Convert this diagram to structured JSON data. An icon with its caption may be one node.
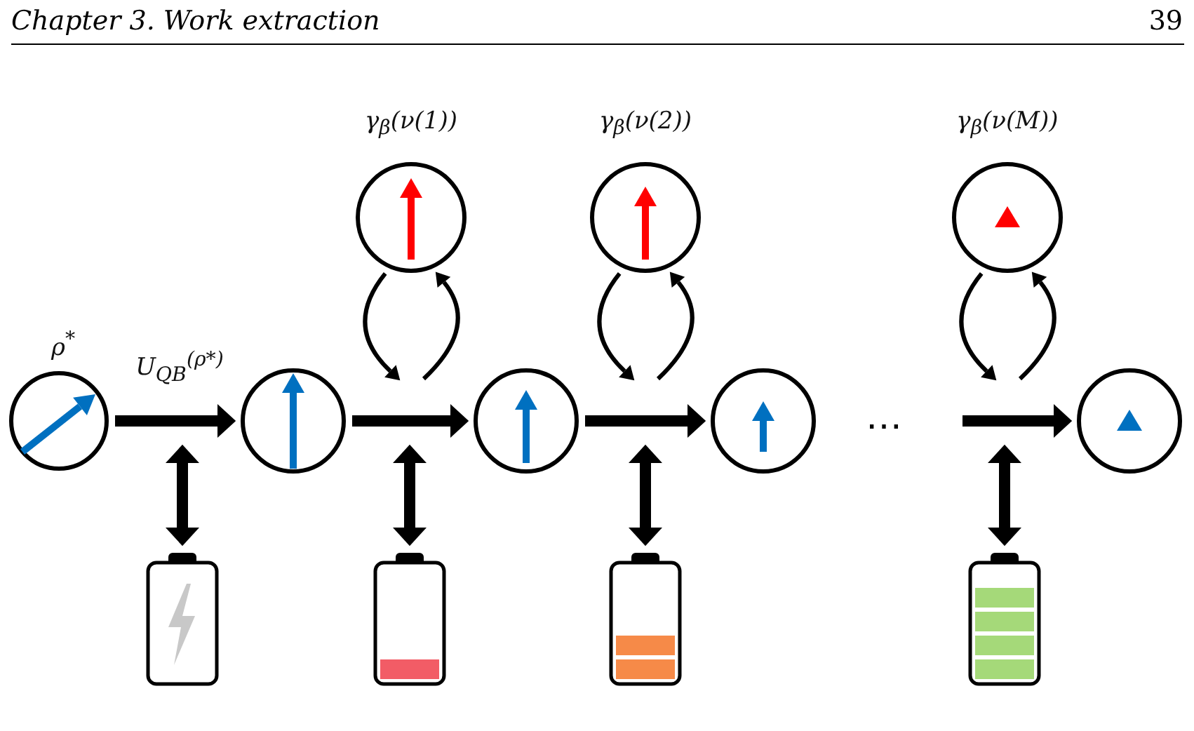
{
  "diagram": {
    "nodes": [
      {
        "text": [],
        "shape": "circle",
        "beside": [
          "ρ$^{*}$"
        ]
      },
      {
        "text": [],
        "shape": "circle"
      },
      {
        "text": [],
        "shape": "circle"
      },
      {
        "text": [],
        "shape": "circle"
      },
      {
        "text": [],
        "shape": "circle"
      },
      {
        "text": [],
        "shape": "circle",
        "beside": [
          "γ$_{β}$(ν(1))"
        ]
      },
      {
        "text": [],
        "shape": "circle",
        "beside": [
          "γ$_{β}$(ν(2))"
        ]
      },
      {
        "text": [],
        "shape": "circle",
        "beside": [
          "γ$_{β}$(ν(M))"
        ]
      },
      {
        "text": [],
        "shape": "battery"
      },
      {
        "text": [],
        "shape": "battery"
      },
      {
        "text": [],
        "shape": "battery"
      },
      {
        "text": [],
        "shape": "battery"
      }
    ],
    "edges": [
      {
        "from": 0,
        "to": 1,
        "arrow": "to",
        "label": "U$_{QB}$$^{(ρ*)}$"
      },
      {
        "from": 1,
        "to": 2,
        "arrow": "to"
      },
      {
        "from": 2,
        "to": 3,
        "arrow": "to"
      },
      {
        "from": null,
        "to": 4,
        "arrow": "to"
      },
      {
        "from": 5,
        "to": null,
        "arrow": "to"
      },
      {
        "from": null,
        "to": 5,
        "arrow": "to"
      },
      {
        "from": 6,
        "to": null,
        "arrow": "to"
      },
      {
        "from": null,
        "to": 6,
        "arrow": "to"
      },
      {
        "from": 7,
        "to": null,
        "arrow": "to"
      },
      {
        "from": null,
        "to": 7,
        "arrow": "to"
      },
      {
        "from": 8,
        "to": null,
        "arrow": "both"
      },
      {
        "from": 9,
        "to": null,
        "arrow": "both"
      },
      {
        "from": 10,
        "to": null,
        "arrow": "both"
      },
      {
        "from": 11,
        "to": null,
        "arrow": "both"
      }
    ],
    "labels": [
      "Chapter 3. Work extraction",
      "39",
      "⋯"
    ]
  }
}
